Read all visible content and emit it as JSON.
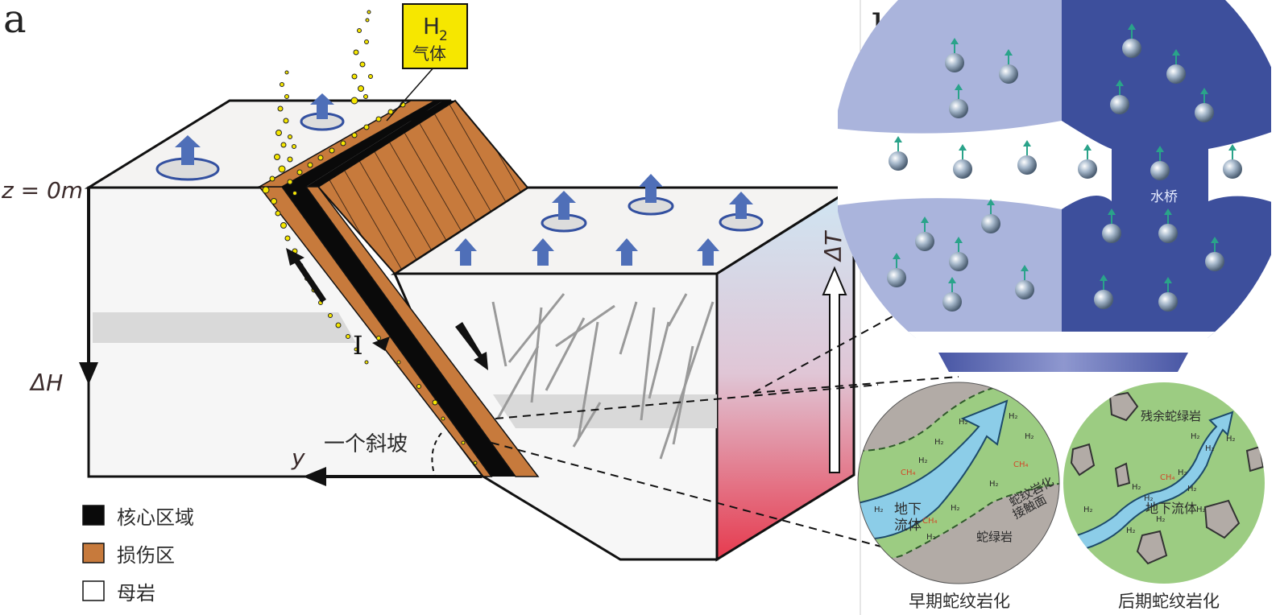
{
  "panel_a": {
    "label": "a",
    "h2_box": {
      "line1": "H",
      "sub": "2",
      "line2": "气体"
    },
    "z_label": "z = 0m",
    "dh_label": "ΔH",
    "dt_label": "ΔT",
    "y_label": "y",
    "slope_label": "一个斜坡",
    "fault_mark": "I",
    "legend": [
      {
        "label": "核心区域",
        "color": "#0a0a0a"
      },
      {
        "label": "损伤区",
        "color": "#c77a3c"
      },
      {
        "label": "母岩",
        "color": "#ffffff"
      }
    ]
  },
  "panel_b": {
    "label": "b",
    "water_bridge": "水桥",
    "early": {
      "caption": "早期蛇纹岩化",
      "fluid_l1": "地下",
      "fluid_l2": "流体",
      "contact_l1": "蛇纹岩化",
      "contact_l2": "接触面",
      "rock": "蛇绿岩",
      "h2": "H₂",
      "ch4": "CH₄"
    },
    "late": {
      "caption": "后期蛇纹岩化",
      "residual": "残余蛇绿岩",
      "fluid": "地下流体",
      "h2": "H₂",
      "ch4": "CH₄"
    }
  },
  "colors": {
    "core": "#0a0a0a",
    "damage": "#c77a3c",
    "arrow_blue": "#4f6fb8",
    "pore_light": "#aab4dc",
    "pore_dark": "#3d4f9c",
    "fluid": "#8ccde8",
    "green": "#9ccc82",
    "grey_rock": "#b2aba6",
    "h2_yellow": "#f6e700"
  }
}
